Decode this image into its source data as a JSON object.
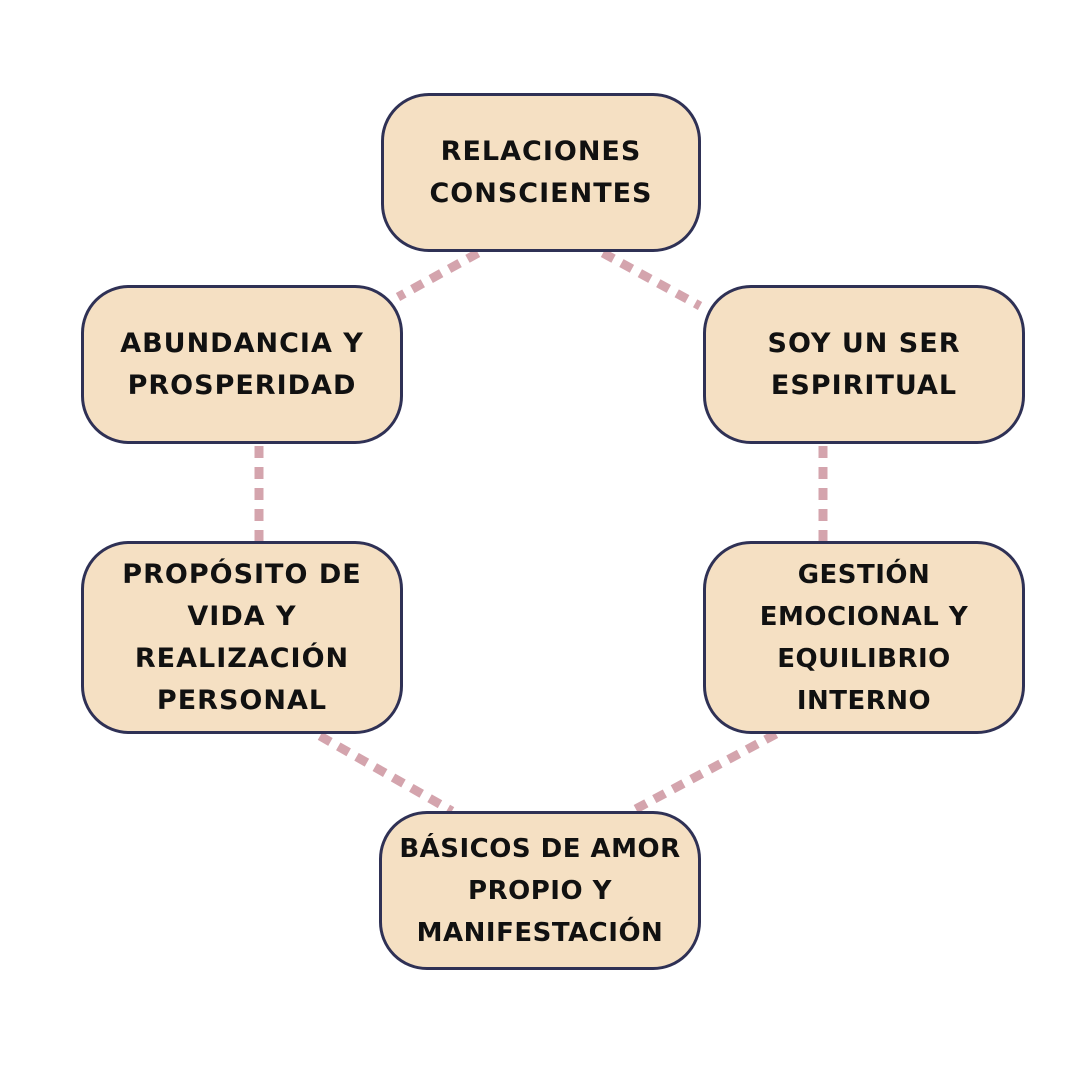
{
  "diagram": {
    "connector_color": "#d4a4ad",
    "node_fill": "#f5e0c3",
    "node_border": "#2f3155",
    "text_color": "#111111",
    "nodes": {
      "relaciones": "RELACIONES\nCONSCIENTES",
      "abundancia": "ABUNDANCIA Y\nPROSPERIDAD",
      "espiritual": "SOY UN SER\nESPIRITUAL",
      "proposito": "PROPÓSITO DE\nVIDA Y\nREALIZACIÓN\nPERSONAL",
      "gestion": "GESTIÓN\nEMOCIONAL Y\nEQUILIBRIO\nINTERNO",
      "basicos": "BÁSICOS DE AMOR\nPROPIO Y\nMANIFESTACIÓN"
    }
  }
}
